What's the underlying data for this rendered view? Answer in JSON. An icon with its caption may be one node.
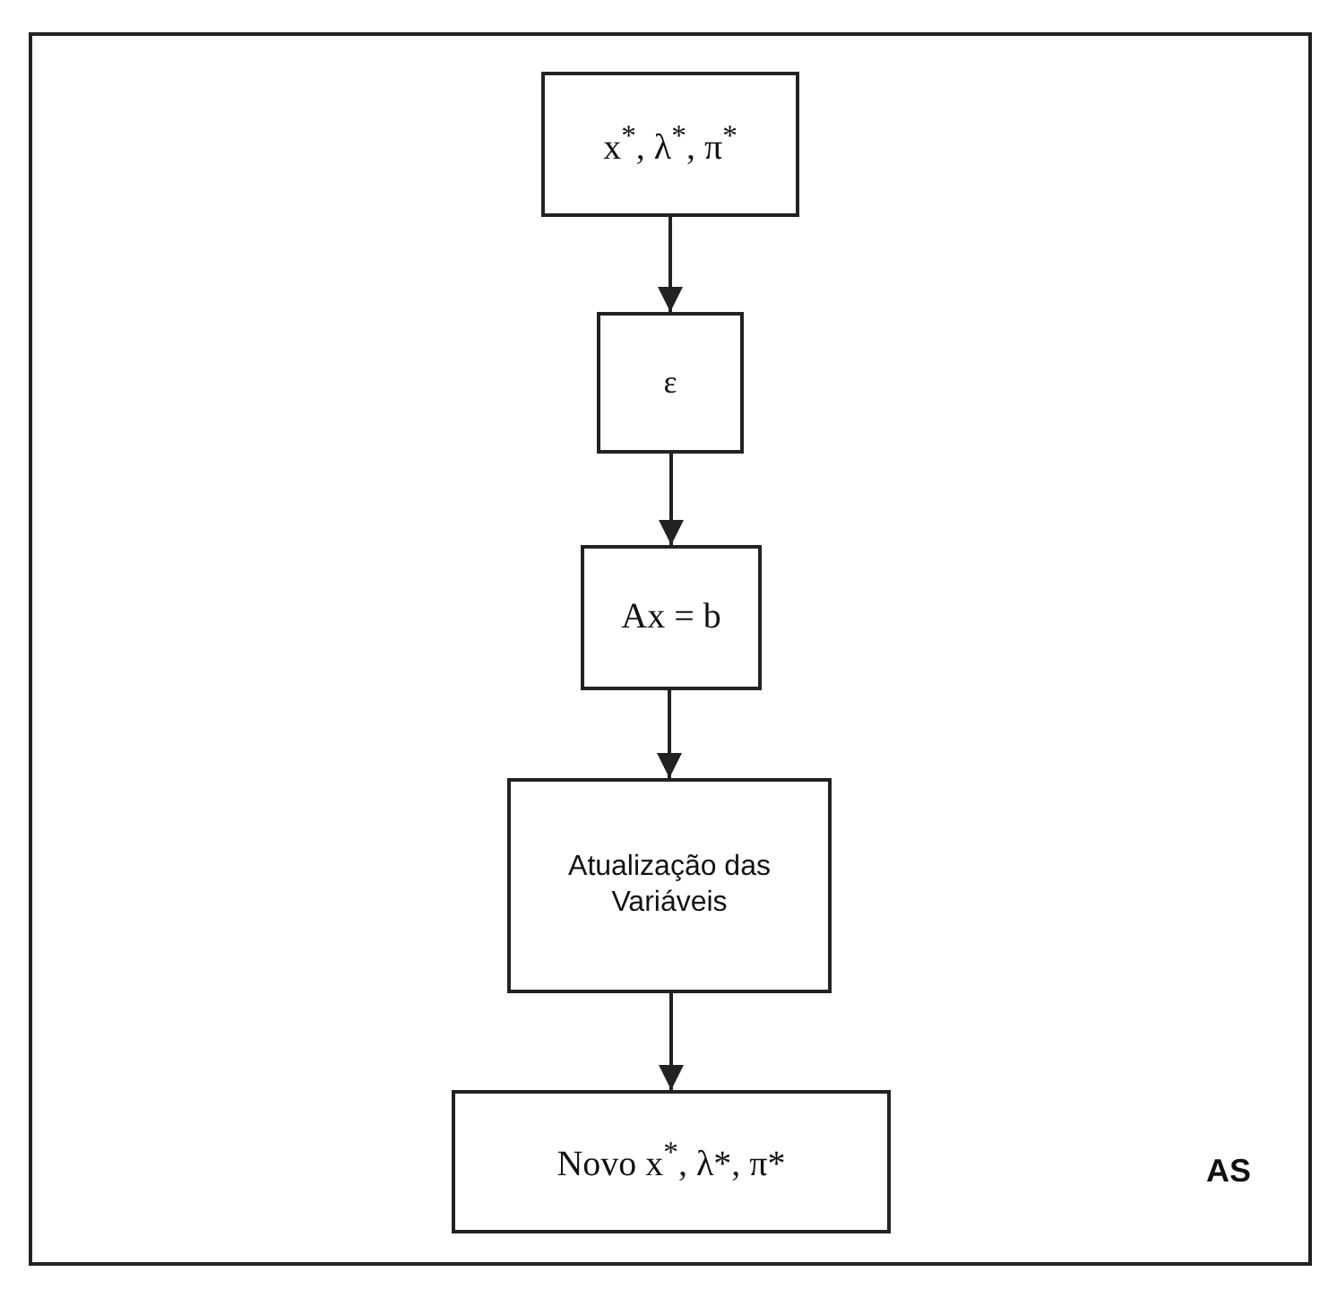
{
  "diagram": {
    "nodes": [
      {
        "text": [
          "AS"
        ]
      },
      {
        "text": [
          "x$^{*}$, λ$^{*}$, π$^{*}$"
        ],
        "in": 0
      },
      {
        "text": [
          "ε"
        ],
        "in": 0
      },
      {
        "text": [
          "Ax = b"
        ],
        "in": 0
      },
      {
        "text": [
          "Atualização das Variáveis"
        ],
        "in": 0
      },
      {
        "text": [
          "Novo x$^{*}$, λ*, π*"
        ],
        "in": 0
      }
    ],
    "edges": [
      {
        "from": 1,
        "to": 2,
        "arrow": "to"
      },
      {
        "from": 2,
        "to": 3,
        "arrow": "to"
      },
      {
        "from": 3,
        "to": 4,
        "arrow": "to"
      },
      {
        "from": 4,
        "to": 5,
        "arrow": "to"
      }
    ]
  }
}
